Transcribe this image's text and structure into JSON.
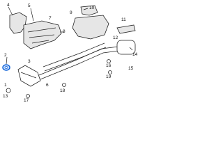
{
  "callouts": [
    {
      "id": "c1",
      "text": "1"
    },
    {
      "id": "c2",
      "text": "2"
    },
    {
      "id": "c3",
      "text": "3"
    },
    {
      "id": "c4",
      "text": "4"
    },
    {
      "id": "c5",
      "text": "5"
    },
    {
      "id": "c6",
      "text": "6"
    },
    {
      "id": "c7",
      "text": "7"
    },
    {
      "id": "c8",
      "text": "8"
    },
    {
      "id": "c9",
      "text": "9"
    },
    {
      "id": "c10",
      "text": "10"
    },
    {
      "id": "c11",
      "text": "11"
    },
    {
      "id": "c12",
      "text": "12"
    },
    {
      "id": "c13",
      "text": "13"
    },
    {
      "id": "c14",
      "text": "14"
    },
    {
      "id": "c15",
      "text": "15"
    },
    {
      "id": "c16",
      "text": "16"
    },
    {
      "id": "c17",
      "text": "17"
    },
    {
      "id": "c18",
      "text": "18"
    },
    {
      "id": "c19",
      "text": "19"
    }
  ],
  "highlight_color": "#0a5fd6"
}
